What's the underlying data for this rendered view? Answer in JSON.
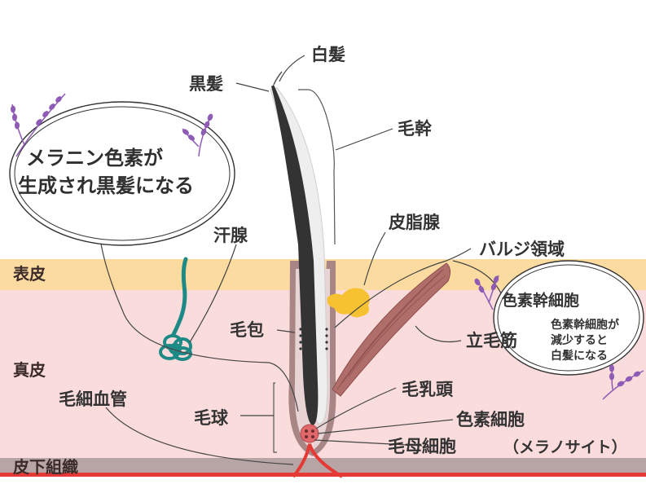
{
  "labels": {
    "white_hair": "白髪",
    "black_hair": "黒髪",
    "hair_shaft": "毛幹",
    "sebaceous_gland": "皮脂腺",
    "bulge_region": "バルジ領域",
    "sweat_gland": "汗腺",
    "epidermis": "表皮",
    "dermis": "真皮",
    "hair_follicle": "毛包",
    "capillary": "毛細血管",
    "hair_bulb": "毛球",
    "arrector_pili": "立毛筋",
    "dermal_papilla": "毛乳頭",
    "melanocyte": "色素細胞",
    "matrix_cell": "毛母細胞",
    "subcutaneous": "皮下組織",
    "melanocyte_stem_cell": "色素幹細胞"
  },
  "bubbles": {
    "melanin_line1": "メラニン色素が",
    "melanin_line2": "生成され黒髪になる",
    "stem_line1": "色素幹細胞が",
    "stem_line2": "減少すると",
    "stem_line3": "白髪になる"
  },
  "credit": "（メラノサイト）",
  "colors": {
    "epidermis": "#fbdba0",
    "dermis": "#fbdcdc",
    "subcutaneous": "#b7a5a5",
    "vessel": "#e53935",
    "hair": "#333333",
    "muscle": "#b06e6a",
    "sweat_gland": "#1e8a86",
    "sebaceous": "#f6c232",
    "lavender": "#8e5bb5"
  }
}
